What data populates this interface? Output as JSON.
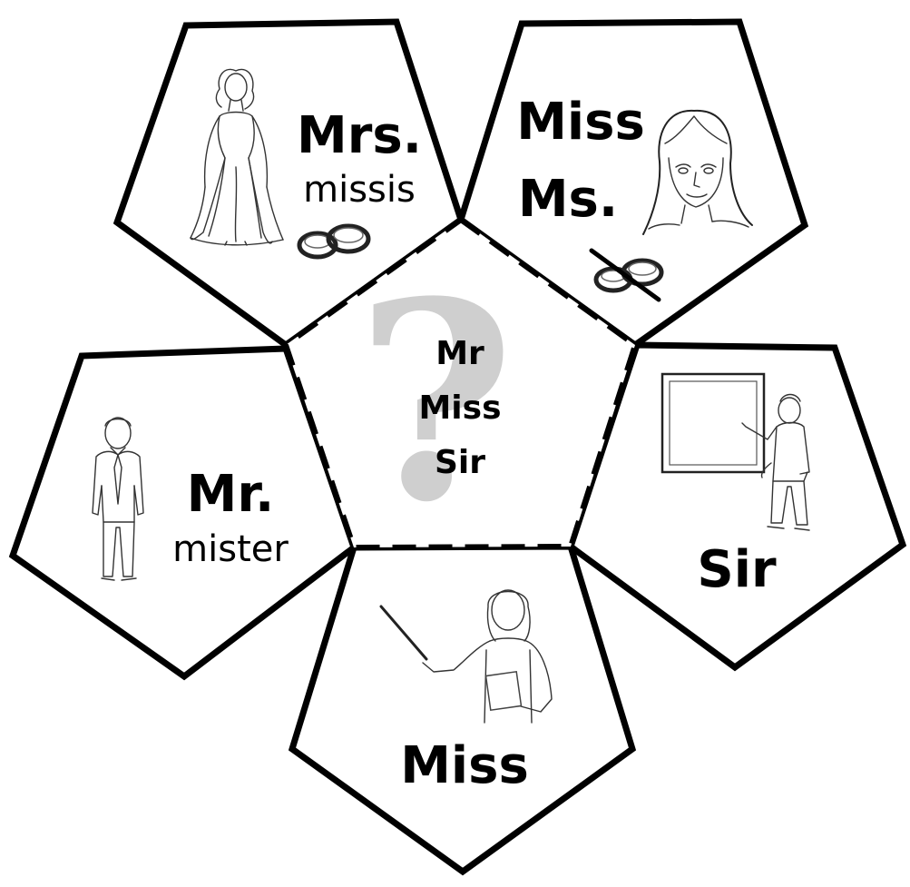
{
  "center": {
    "lines": [
      "Mr",
      "Miss",
      "Sir"
    ],
    "question_mark": "?",
    "question_mark_color": "#cfcfcf"
  },
  "petals": {
    "mrs": {
      "title": "Mrs.",
      "subtitle": "missis",
      "picture": "woman-in-gown-icon",
      "symbol": "wedding-rings-icon"
    },
    "miss_ms": {
      "title_line1": "Miss",
      "title_line2": "Ms.",
      "picture": "young-woman-face-icon",
      "symbol": "crossed-out-rings-icon"
    },
    "mr": {
      "title": "Mr.",
      "subtitle": "mister",
      "picture": "man-in-suit-icon"
    },
    "sir": {
      "title": "Sir",
      "picture": "male-teacher-at-board-icon"
    },
    "miss_teacher": {
      "title": "Miss",
      "picture": "female-teacher-with-pointer-icon"
    }
  },
  "colors": {
    "outline": "#000000",
    "background": "#ffffff"
  }
}
